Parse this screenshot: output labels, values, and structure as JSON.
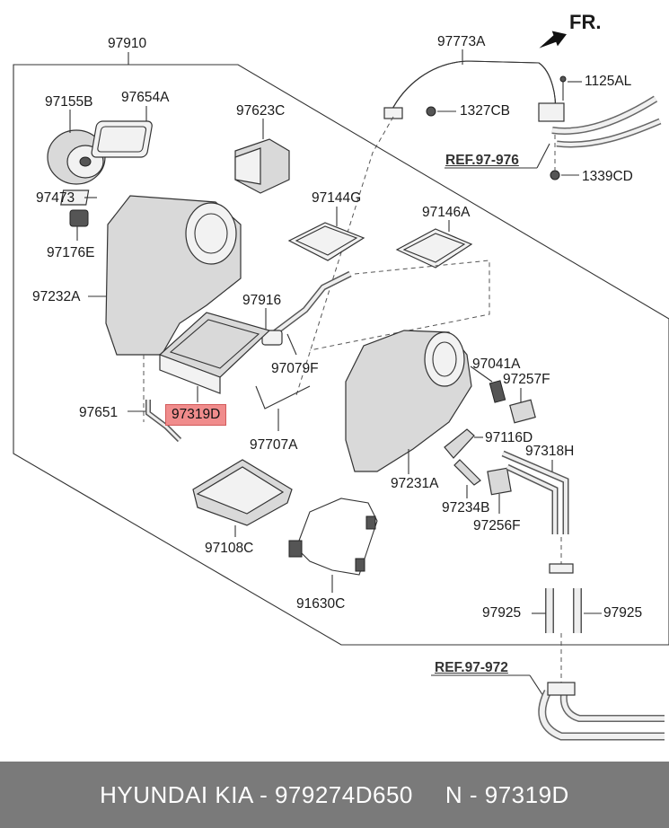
{
  "orientation_label": "FR.",
  "references": {
    "ref_976": "REF.97-976",
    "ref_972": "REF.97-972"
  },
  "highlight_color": "#f08c8c",
  "parts": {
    "p97910": "97910",
    "p97773A": "97773A",
    "p1125AL": "1125AL",
    "p1327CB": "1327CB",
    "p1339CD": "1339CD",
    "p97155B": "97155B",
    "p97654A": "97654A",
    "p97623C": "97623C",
    "p97473": "97473",
    "p97144G": "97144G",
    "p97146A": "97146A",
    "p97176E": "97176E",
    "p97232A": "97232A",
    "p97916": "97916",
    "p97079F": "97079F",
    "p97041A": "97041A",
    "p97257F": "97257F",
    "p97651": "97651",
    "p97319D": "97319D",
    "p97707A": "97707A",
    "p97116D": "97116D",
    "p97318H": "97318H",
    "p97231A": "97231A",
    "p97234B": "97234B",
    "p97256F": "97256F",
    "p97108C": "97108C",
    "p91630C": "91630C",
    "p97925_left": "97925",
    "p97925_right": "97925"
  },
  "footer": {
    "brand": "HYUNDAI  KIA - 979274D650",
    "number": "N - 97319D"
  }
}
